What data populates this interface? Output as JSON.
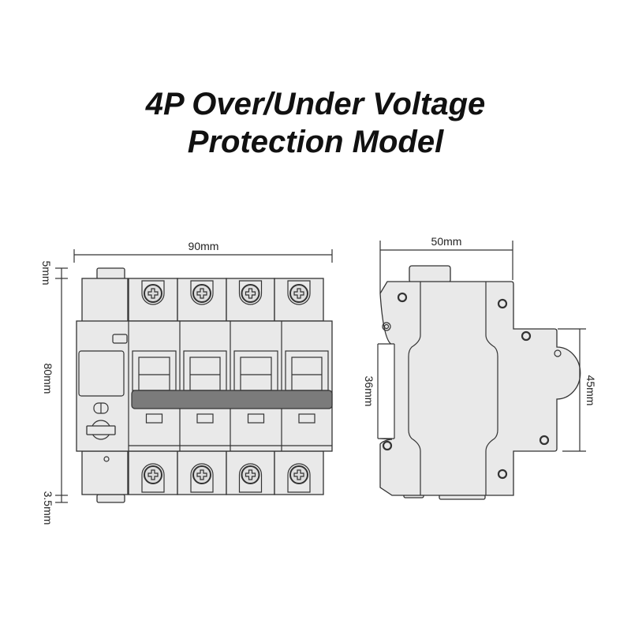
{
  "title": {
    "line1": "4P Over/Under Voltage",
    "line2": "Protection Model"
  },
  "front_view": {
    "width_label": "90mm",
    "top_label": "5mm",
    "height_label": "80mm",
    "bottom_label": "3.5mm",
    "poles": 4
  },
  "side_view": {
    "depth_label": "50mm",
    "rail_label": "36mm",
    "front_label": "45mm"
  },
  "colors": {
    "body": "#e9e9e9",
    "handle_bar": "#7b7b7b",
    "line": "#333333"
  }
}
